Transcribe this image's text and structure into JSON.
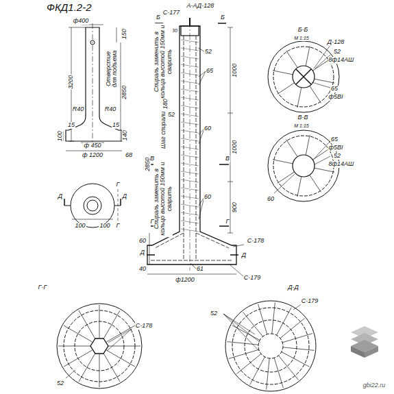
{
  "diagram": {
    "title": "ФКД1.2-2",
    "labels": [
      "А-А",
      "Б-Б",
      "М 1:15",
      "В-В",
      "М 1:15",
      "Г-Г",
      "Д-Д",
      "ф400",
      "150",
      "Отверстие для подъема",
      "3200",
      "2850",
      "R40",
      "R40",
      "15",
      "15",
      "100",
      "ф 450",
      "140",
      "ф 1200",
      "68",
      "Д",
      "Д",
      "Г",
      "Г",
      "100",
      "100",
      "С-177",
      "Д-128",
      "Б",
      "Б",
      "30",
      "52",
      "65",
      "1000",
      "Спираль заменить в кольца высотой 150мм и сварить",
      "180",
      "Шаг спирали",
      "2850",
      "52",
      "60",
      "В",
      "В",
      "1000",
      "Спираль заменить в кольцо высотой 150мм и сварить",
      "60",
      "900",
      "Г",
      "Г",
      "60",
      "С-178",
      "Д",
      "Д",
      "40",
      "61",
      "ф1200",
      "С-179",
      "Д-128",
      "52",
      "8ф14АШ",
      "65",
      "ф5ВI",
      "65",
      "ф5ВI",
      "52",
      "8ф14АШ",
      "60",
      "С-178",
      "52",
      "С-179",
      "52",
      "gbi22.ru"
    ]
  }
}
